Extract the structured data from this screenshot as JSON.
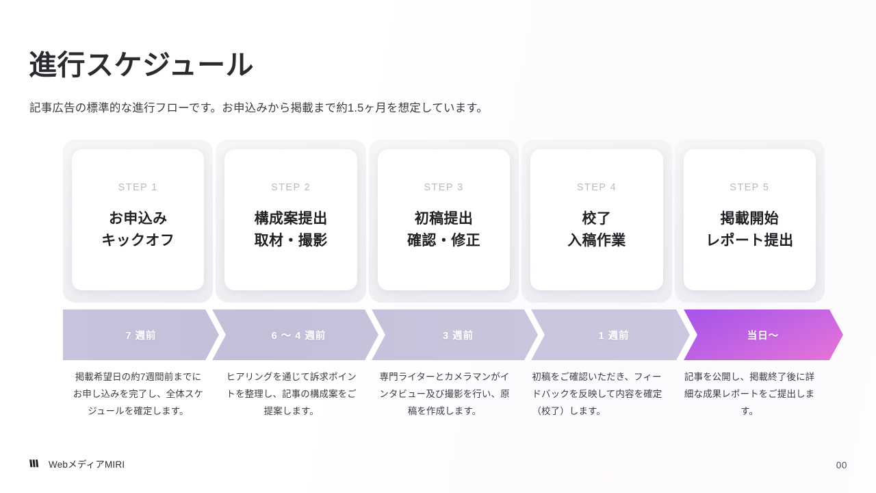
{
  "header": {
    "title": "進行スケジュール",
    "subtitle": "記事広告の標準的な進行フローです。お申込みから掲載まで約1.5ヶ月を想定しています。"
  },
  "steps": [
    {
      "label": "STEP 1",
      "title_line1": "お申込み",
      "title_line2": "キックオフ",
      "timing": "7 週前",
      "description": "掲載希望日の約7週間前までにお申し込みを完了し、全体スケジュールを確定します。"
    },
    {
      "label": "STEP 2",
      "title_line1": "構成案提出",
      "title_line2": "取材・撮影",
      "timing": "6 ～ 4 週前",
      "description": "ヒアリングを通じて訴求ポイントを整理し、記事の構成案をご提案します。"
    },
    {
      "label": "STEP 3",
      "title_line1": "初稿提出",
      "title_line2": "確認・修正",
      "timing": "3 週前",
      "description": "専門ライターとカメラマンがインタビュー及び撮影を行い、原稿を作成します。"
    },
    {
      "label": "STEP 4",
      "title_line1": "校了",
      "title_line2": "入稿作業",
      "timing": "1 週前",
      "description": "初稿をご確認いただき、フィードバックを反映して内容を確定（校了）します。"
    },
    {
      "label": "STEP 5",
      "title_line1": "掲載開始",
      "title_line2": "レポート提出",
      "timing": "当日～",
      "description": "記事を公開し、掲載終了後に詳細な成果レポートをご提出します。"
    }
  ],
  "colors": {
    "chevron_start": "#c6c0dc",
    "chevron_mid": "#c3bdd9",
    "chevron_highlight_start": "#a855e8",
    "chevron_highlight_end": "#e472d8",
    "title_color": "#2b2b2f",
    "step_label_color": "#b9b9c5",
    "card_inner": "#ffffff"
  },
  "footer": {
    "logo_mark": "w-zigzag-logo-icon",
    "logo_text": "WebメディアMIRI",
    "page_number": "00"
  }
}
